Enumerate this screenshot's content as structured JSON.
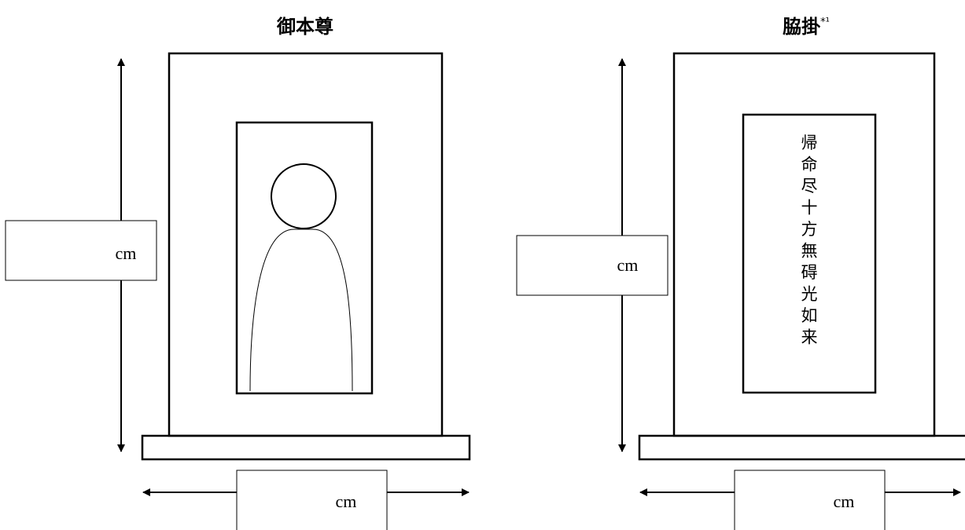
{
  "left_panel": {
    "title": "御本尊",
    "height_unit": "cm",
    "width_unit": "cm"
  },
  "right_panel": {
    "title": "脇掛",
    "title_note": "*¹",
    "inscription": "帰命尽十方無碍光如来",
    "height_unit": "cm",
    "width_unit": "cm"
  }
}
